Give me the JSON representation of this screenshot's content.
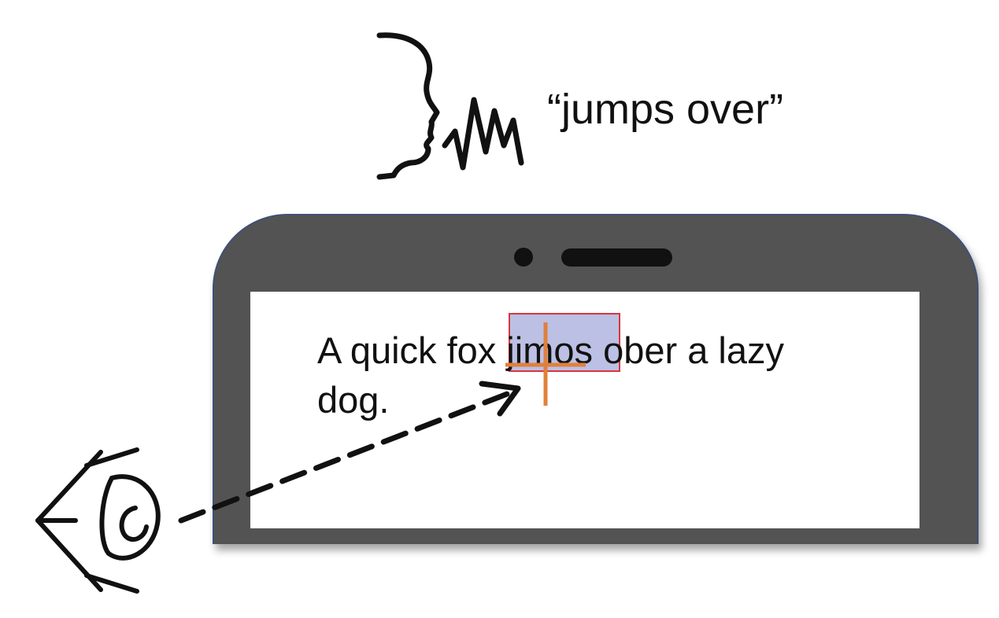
{
  "utterance": "“jumps over”",
  "screen_text": {
    "line1": "A quick fox jimos ober a lazy",
    "line2": "dog."
  },
  "colors": {
    "phone_body": "#535353",
    "highlight_fill": "#b7bce0",
    "highlight_border": "#d9363e",
    "crosshair": "#e0803c",
    "ink": "#111111"
  },
  "icons": {
    "speaker": "speaking-head-icon",
    "eye": "eye-icon",
    "gaze": "gaze-arrow",
    "target": "crosshair-icon"
  }
}
